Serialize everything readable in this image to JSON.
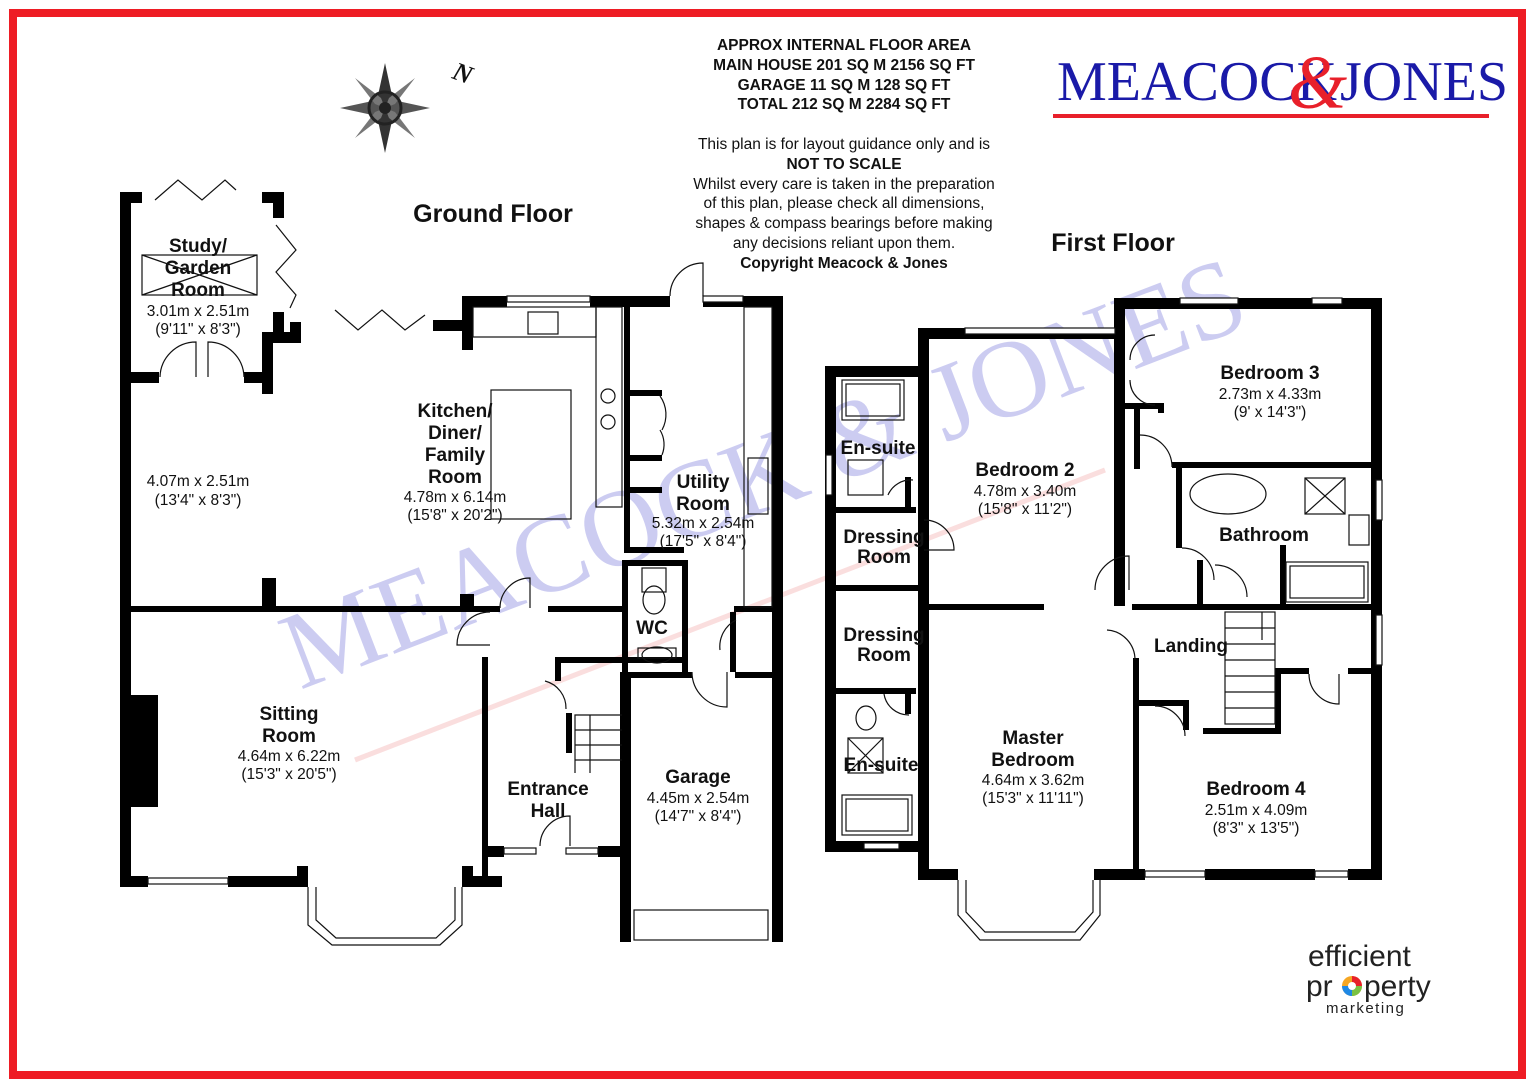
{
  "header": {
    "area_lines": [
      "APPROX INTERNAL FLOOR AREA",
      "MAIN HOUSE 201 SQ M 2156 SQ FT",
      "GARAGE 11 SQ M 128 SQ FT",
      "TOTAL 212 SQ M 2284 SQ FT"
    ],
    "disclaimer_lines": [
      {
        "text": "This plan is for layout guidance only and is",
        "bold": false
      },
      {
        "text": "NOT TO SCALE",
        "bold": true
      },
      {
        "text": "Whilst every care is taken in the preparation",
        "bold": false
      },
      {
        "text": "of this plan, please check all dimensions,",
        "bold": false
      },
      {
        "text": "shapes & compass bearings before making",
        "bold": false
      },
      {
        "text": "any decisions reliant upon them.",
        "bold": false
      },
      {
        "text": "Copyright Meacock & Jones",
        "bold": true
      }
    ]
  },
  "logo": {
    "left": "MEACOCK",
    "amp": "&",
    "right": "JONES",
    "blue": "#1a1aa8",
    "red": "#e8202a"
  },
  "watermark": "MEACOCK & JONES",
  "compass": {
    "north_label": "N"
  },
  "floors": {
    "ground": "Ground Floor",
    "first": "First Floor"
  },
  "ground_rooms": [
    {
      "id": "study",
      "lines": [
        "Study/",
        "Garden",
        "Room"
      ],
      "dims": [
        "3.01m x 2.51m",
        "(9'11\" x 8'3\")"
      ]
    },
    {
      "id": "lounge-area",
      "lines": [],
      "dims": [
        "4.07m x 2.51m",
        "(13'4\" x 8'3\")"
      ]
    },
    {
      "id": "kitchen",
      "lines": [
        "Kitchen/",
        "Diner/",
        "Family",
        "Room"
      ],
      "dims": [
        "4.78m x 6.14m",
        "(15'8\" x 20'2\")"
      ]
    },
    {
      "id": "utility",
      "lines": [
        "Utility",
        "Room"
      ],
      "dims": [
        "5.32m x 2.54m",
        "(17'5\" x 8'4\")"
      ]
    },
    {
      "id": "wc",
      "lines": [
        "WC"
      ],
      "dims": []
    },
    {
      "id": "sitting",
      "lines": [
        "Sitting",
        "Room"
      ],
      "dims": [
        "4.64m x 6.22m",
        "(15'3\" x 20'5\")"
      ]
    },
    {
      "id": "hall",
      "lines": [
        "Entrance",
        "Hall"
      ],
      "dims": []
    },
    {
      "id": "garage",
      "lines": [
        "Garage"
      ],
      "dims": [
        "4.45m x 2.54m",
        "(14'7\" x 8'4\")"
      ]
    }
  ],
  "first_rooms": [
    {
      "id": "ensuite-1",
      "lines": [
        "En-suite"
      ],
      "dims": []
    },
    {
      "id": "bedroom-2",
      "lines": [
        "Bedroom 2"
      ],
      "dims": [
        "4.78m x 3.40m",
        "(15'8\" x 11'2\")"
      ]
    },
    {
      "id": "dressing-1",
      "lines": [
        "Dressing",
        "Room"
      ],
      "dims": []
    },
    {
      "id": "bedroom-3",
      "lines": [
        "Bedroom 3"
      ],
      "dims": [
        "2.73m x 4.33m",
        "(9' x 14'3\")"
      ]
    },
    {
      "id": "bathroom",
      "lines": [
        "Bathroom"
      ],
      "dims": []
    },
    {
      "id": "landing",
      "lines": [
        "Landing"
      ],
      "dims": []
    },
    {
      "id": "dressing-2",
      "lines": [
        "Dressing",
        "Room"
      ],
      "dims": []
    },
    {
      "id": "ensuite-2",
      "lines": [
        "En-suite"
      ],
      "dims": []
    },
    {
      "id": "master",
      "lines": [
        "Master",
        "Bedroom"
      ],
      "dims": [
        "4.64m x 3.62m",
        "(15'3\" x 11'11\")"
      ]
    },
    {
      "id": "bedroom-4",
      "lines": [
        "Bedroom 4"
      ],
      "dims": [
        "2.51m x 4.09m",
        "(8'3\" x 13'5\")"
      ]
    }
  ],
  "footer_logo": {
    "line1": "efficient",
    "line2a": "pr",
    "line2b": "perty",
    "line3": "marketing"
  },
  "colors": {
    "frame": "#ee1c24",
    "watermark_blue": "#6a6ae0",
    "watermark_red": "#f08a8a"
  }
}
